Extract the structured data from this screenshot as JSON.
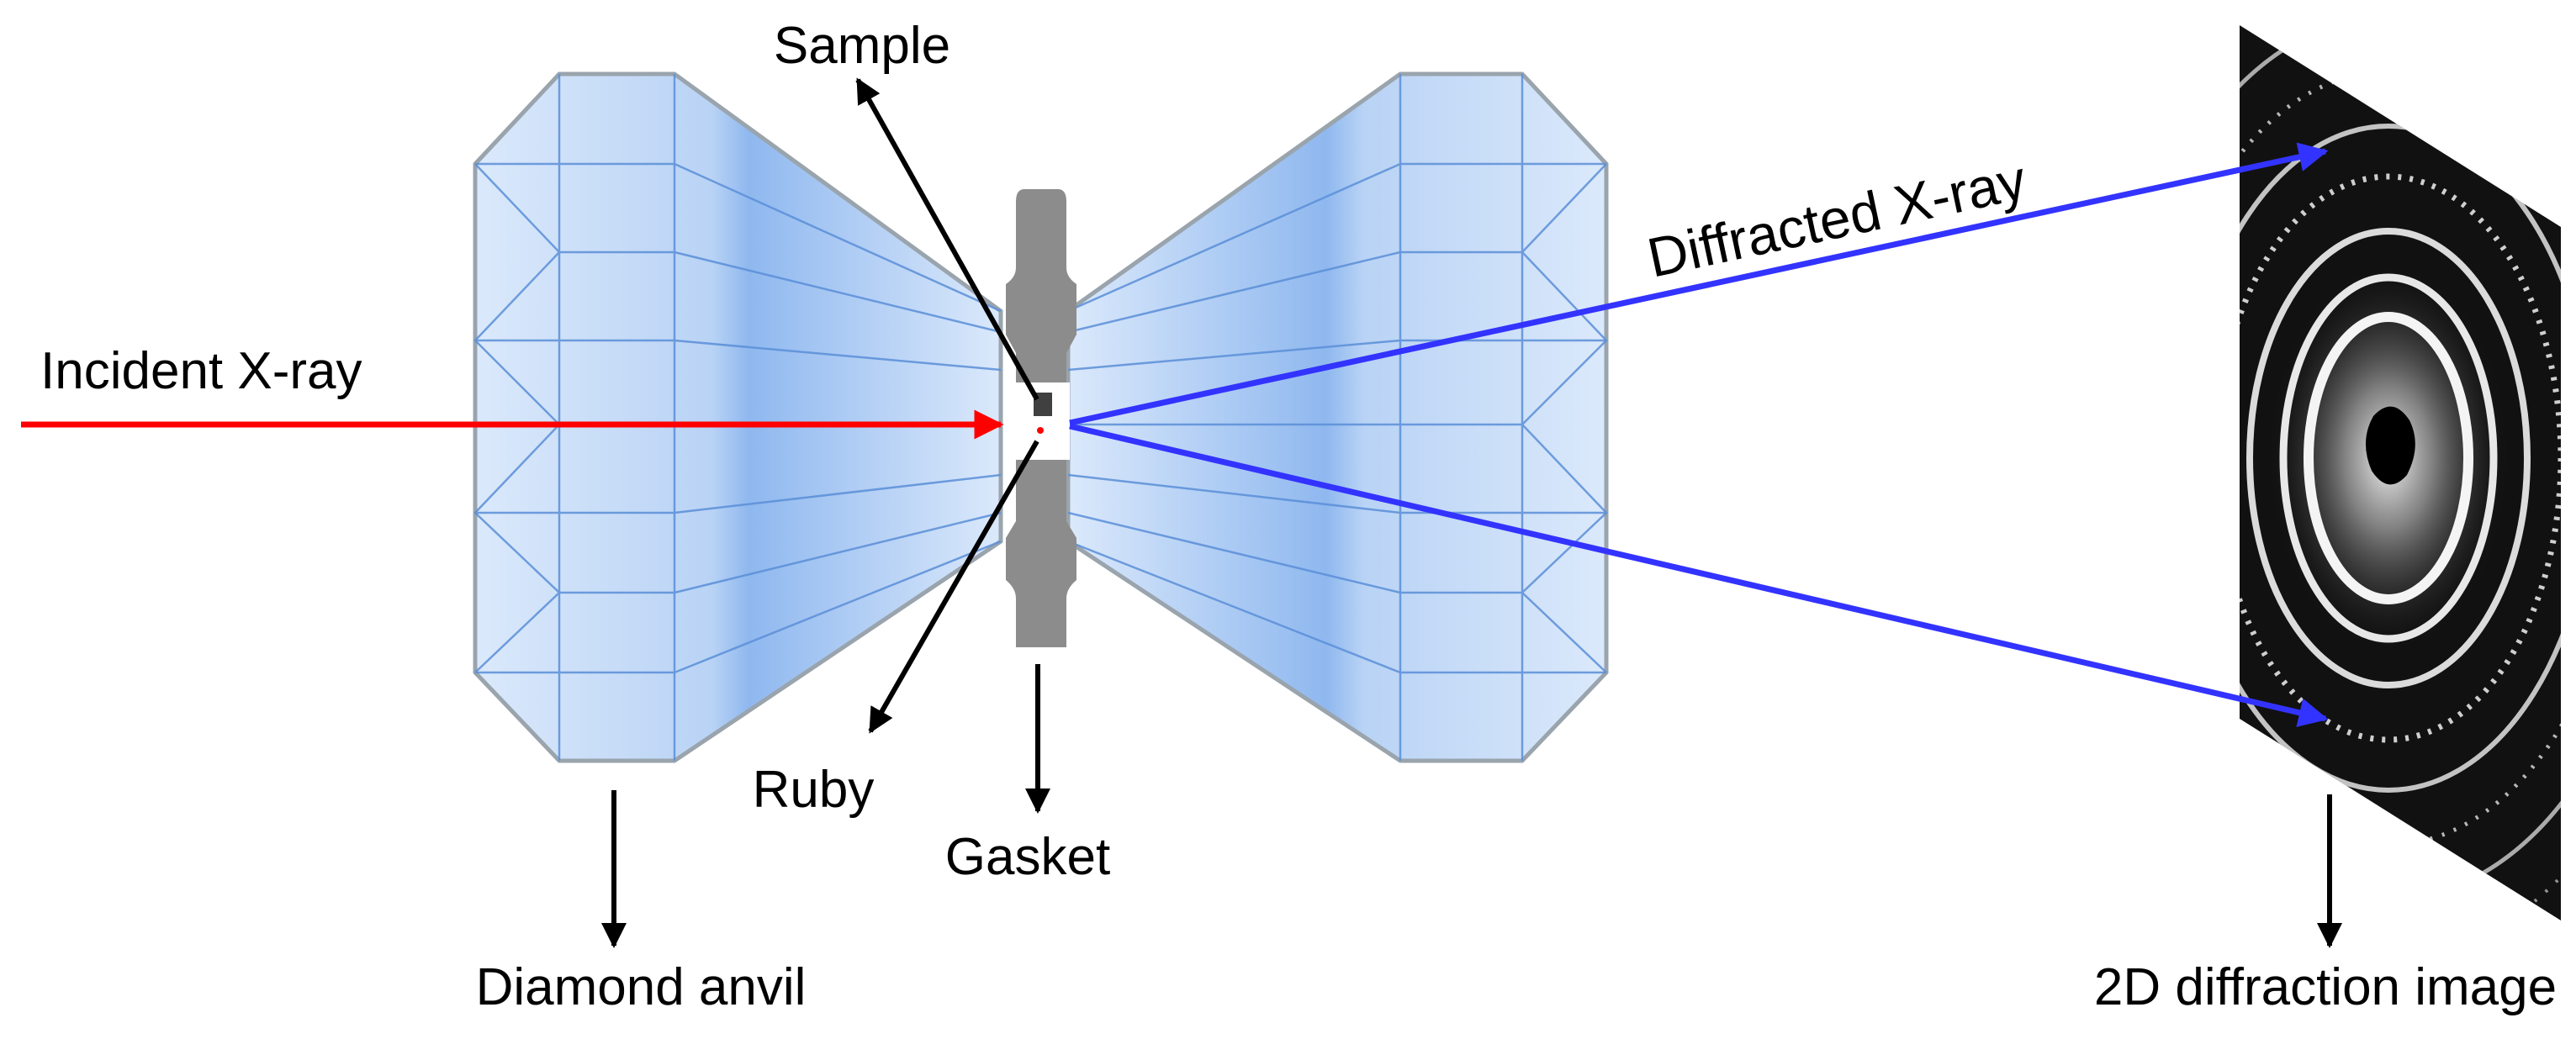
{
  "labels": {
    "sample": "Sample",
    "incident": "Incident X-ray",
    "diffracted": "Diffracted X-ray",
    "ruby": "Ruby",
    "gasket": "Gasket",
    "diamond_anvil": "Diamond anvil",
    "diffraction_image": "2D diffraction image"
  },
  "colors": {
    "incident_beam": "#ff0000",
    "diffracted_beam": "#3333ff",
    "anvil_fill_light": "#dbe9fb",
    "anvil_fill_dark": "#8fb8ef",
    "anvil_lines": "#5b8fd8",
    "anvil_outline": "#9aa4ad",
    "gasket": "#8c8c8c",
    "pointer_arrows": "#000000",
    "detector_background": "#111111",
    "diffraction_rings": "#ffffff"
  },
  "icons": {
    "left_anvil": "diamond-anvil-icon",
    "right_anvil": "diamond-anvil-icon",
    "gasket": "gasket-icon",
    "sample": "sample-square-icon",
    "ruby": "ruby-dot-icon",
    "detector": "diffraction-pattern-icon"
  }
}
